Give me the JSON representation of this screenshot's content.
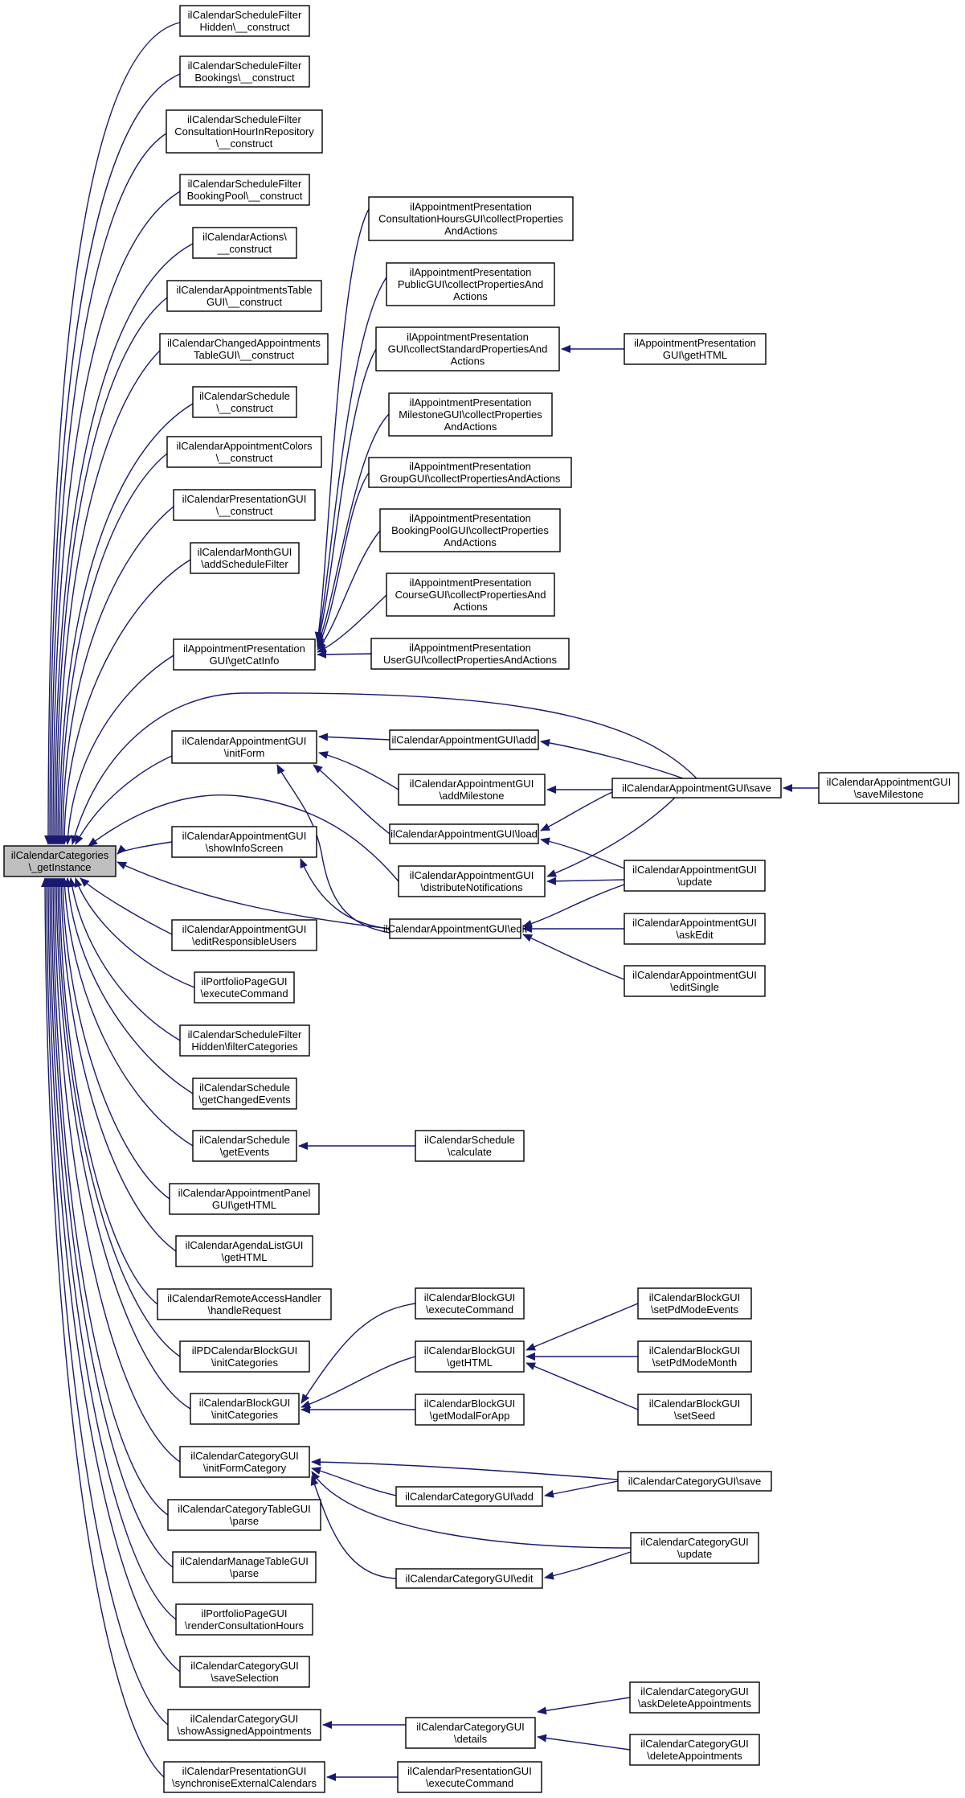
{
  "graph": {
    "edge_color": "#191970",
    "root_fill": "#bfbfbf",
    "node_fill": "#ffffff",
    "nodes": [
      {
        "id": "root",
        "lines": [
          "ilCalendarCategories",
          "\\_getInstance"
        ],
        "interactable": true
      },
      {
        "id": "sfh_construct",
        "lines": [
          "ilCalendarScheduleFilter",
          "Hidden\\__construct"
        ],
        "interactable": true
      },
      {
        "id": "sfb_construct",
        "lines": [
          "ilCalendarScheduleFilter",
          "Bookings\\__construct"
        ],
        "interactable": true
      },
      {
        "id": "sfc_construct",
        "lines": [
          "ilCalendarScheduleFilter",
          "ConsultationHourInRepository",
          "\\__construct"
        ],
        "interactable": true
      },
      {
        "id": "sfbp_construct",
        "lines": [
          "ilCalendarScheduleFilter",
          "BookingPool\\__construct"
        ],
        "interactable": true
      },
      {
        "id": "actions_construct",
        "lines": [
          "ilCalendarActions\\",
          "__construct"
        ],
        "interactable": true
      },
      {
        "id": "att_construct",
        "lines": [
          "ilCalendarAppointmentsTable",
          "GUI\\__construct"
        ],
        "interactable": true
      },
      {
        "id": "catt_construct",
        "lines": [
          "ilCalendarChangedAppointments",
          "TableGUI\\__construct"
        ],
        "interactable": true
      },
      {
        "id": "sched_construct",
        "lines": [
          "ilCalendarSchedule",
          "\\__construct"
        ],
        "interactable": true
      },
      {
        "id": "colors_construct",
        "lines": [
          "ilCalendarAppointmentColors",
          "\\__construct"
        ],
        "interactable": true
      },
      {
        "id": "pres_construct",
        "lines": [
          "ilCalendarPresentationGUI",
          "\\__construct"
        ],
        "interactable": true
      },
      {
        "id": "month_add",
        "lines": [
          "ilCalendarMonthGUI",
          "\\addScheduleFilter"
        ],
        "interactable": true
      },
      {
        "id": "apg_getcat",
        "lines": [
          "ilAppointmentPresentation",
          "GUI\\getCatInfo"
        ],
        "interactable": true
      },
      {
        "id": "ag_initform",
        "lines": [
          "ilCalendarAppointmentGUI",
          "\\initForm"
        ],
        "interactable": true
      },
      {
        "id": "ag_showinfo",
        "lines": [
          "ilCalendarAppointmentGUI",
          "\\showInfoScreen"
        ],
        "interactable": true
      },
      {
        "id": "ag_editresp",
        "lines": [
          "ilCalendarAppointmentGUI",
          "\\editResponsibleUsers"
        ],
        "interactable": true
      },
      {
        "id": "ppg_exec",
        "lines": [
          "ilPortfolioPageGUI",
          "\\executeCommand"
        ],
        "interactable": true
      },
      {
        "id": "sfh_filter",
        "lines": [
          "ilCalendarScheduleFilter",
          "Hidden\\filterCategories"
        ],
        "interactable": true
      },
      {
        "id": "sched_changed",
        "lines": [
          "ilCalendarSchedule",
          "\\getChangedEvents"
        ],
        "interactable": true
      },
      {
        "id": "sched_events",
        "lines": [
          "ilCalendarSchedule",
          "\\getEvents"
        ],
        "interactable": true
      },
      {
        "id": "panel_html",
        "lines": [
          "ilCalendarAppointmentPanel",
          "GUI\\getHTML"
        ],
        "interactable": true
      },
      {
        "id": "agenda_html",
        "lines": [
          "ilCalendarAgendaListGUI",
          "\\getHTML"
        ],
        "interactable": true
      },
      {
        "id": "remote_handle",
        "lines": [
          "ilCalendarRemoteAccessHandler",
          "\\handleRequest"
        ],
        "interactable": true
      },
      {
        "id": "pdblock_init",
        "lines": [
          "ilPDCalendarBlockGUI",
          "\\initCategories"
        ],
        "interactable": true
      },
      {
        "id": "block_init",
        "lines": [
          "ilCalendarBlockGUI",
          "\\initCategories"
        ],
        "interactable": true
      },
      {
        "id": "cat_initform",
        "lines": [
          "ilCalendarCategoryGUI",
          "\\initFormCategory"
        ],
        "interactable": true
      },
      {
        "id": "cattable_parse",
        "lines": [
          "ilCalendarCategoryTableGUI",
          "\\parse"
        ],
        "interactable": true
      },
      {
        "id": "manage_parse",
        "lines": [
          "ilCalendarManageTableGUI",
          "\\parse"
        ],
        "interactable": true
      },
      {
        "id": "ppg_render",
        "lines": [
          "ilPortfolioPageGUI",
          "\\renderConsultationHours"
        ],
        "interactable": true
      },
      {
        "id": "cat_savesel",
        "lines": [
          "ilCalendarCategoryGUI",
          "\\saveSelection"
        ],
        "interactable": true
      },
      {
        "id": "cat_showassigned",
        "lines": [
          "ilCalendarCategoryGUI",
          "\\showAssignedAppointments"
        ],
        "interactable": true
      },
      {
        "id": "pres_sync",
        "lines": [
          "ilCalendarPresentationGUI",
          "\\synchroniseExternalCalendars"
        ],
        "interactable": true
      },
      {
        "id": "ap_consult",
        "lines": [
          "ilAppointmentPresentation",
          "ConsultationHoursGUI\\collectProperties",
          "AndActions"
        ],
        "interactable": true
      },
      {
        "id": "ap_public",
        "lines": [
          "ilAppointmentPresentation",
          "PublicGUI\\collectPropertiesAnd",
          "Actions"
        ],
        "interactable": true
      },
      {
        "id": "ap_standard",
        "lines": [
          "ilAppointmentPresentation",
          "GUI\\collectStandardPropertiesAnd",
          "Actions"
        ],
        "interactable": true
      },
      {
        "id": "ap_milestone",
        "lines": [
          "ilAppointmentPresentation",
          "MilestoneGUI\\collectProperties",
          "AndActions"
        ],
        "interactable": true
      },
      {
        "id": "ap_group",
        "lines": [
          "ilAppointmentPresentation",
          "GroupGUI\\collectPropertiesAndActions"
        ],
        "interactable": true
      },
      {
        "id": "ap_bookingpool",
        "lines": [
          "ilAppointmentPresentation",
          "BookingPoolGUI\\collectProperties",
          "AndActions"
        ],
        "interactable": true
      },
      {
        "id": "ap_course",
        "lines": [
          "ilAppointmentPresentation",
          "CourseGUI\\collectPropertiesAnd",
          "Actions"
        ],
        "interactable": true
      },
      {
        "id": "ap_user",
        "lines": [
          "ilAppointmentPresentation",
          "UserGUI\\collectPropertiesAndActions"
        ],
        "interactable": true
      },
      {
        "id": "ap_gethtml",
        "lines": [
          "ilAppointmentPresentation",
          "GUI\\getHTML"
        ],
        "interactable": true
      },
      {
        "id": "ag_add",
        "lines": [
          "ilCalendarAppointmentGUI\\add"
        ],
        "interactable": true
      },
      {
        "id": "ag_addmilestone",
        "lines": [
          "ilCalendarAppointmentGUI",
          "\\addMilestone"
        ],
        "interactable": true
      },
      {
        "id": "ag_load",
        "lines": [
          "ilCalendarAppointmentGUI\\load"
        ],
        "interactable": true
      },
      {
        "id": "ag_distribute",
        "lines": [
          "ilCalendarAppointmentGUI",
          "\\distributeNotifications"
        ],
        "interactable": true
      },
      {
        "id": "ag_edit",
        "lines": [
          "ilCalendarAppointmentGUI\\edit"
        ],
        "interactable": true
      },
      {
        "id": "ag_save",
        "lines": [
          "ilCalendarAppointmentGUI\\save"
        ],
        "interactable": true
      },
      {
        "id": "ag_savemilestone",
        "lines": [
          "ilCalendarAppointmentGUI",
          "\\saveMilestone"
        ],
        "interactable": true
      },
      {
        "id": "ag_update",
        "lines": [
          "ilCalendarAppointmentGUI",
          "\\update"
        ],
        "interactable": true
      },
      {
        "id": "ag_askedit",
        "lines": [
          "ilCalendarAppointmentGUI",
          "\\askEdit"
        ],
        "interactable": true
      },
      {
        "id": "ag_editsingle",
        "lines": [
          "ilCalendarAppointmentGUI",
          "\\editSingle"
        ],
        "interactable": true
      },
      {
        "id": "sched_calc",
        "lines": [
          "ilCalendarSchedule",
          "\\calculate"
        ],
        "interactable": true
      },
      {
        "id": "block_exec",
        "lines": [
          "ilCalendarBlockGUI",
          "\\executeCommand"
        ],
        "interactable": true
      },
      {
        "id": "block_html",
        "lines": [
          "ilCalendarBlockGUI",
          "\\getHTML"
        ],
        "interactable": true
      },
      {
        "id": "block_modal",
        "lines": [
          "ilCalendarBlockGUI",
          "\\getModalForApp"
        ],
        "interactable": true
      },
      {
        "id": "block_pdevents",
        "lines": [
          "ilCalendarBlockGUI",
          "\\setPdModeEvents"
        ],
        "interactable": true
      },
      {
        "id": "block_pdmonth",
        "lines": [
          "ilCalendarBlockGUI",
          "\\setPdModeMonth"
        ],
        "interactable": true
      },
      {
        "id": "block_seed",
        "lines": [
          "ilCalendarBlockGUI",
          "\\setSeed"
        ],
        "interactable": true
      },
      {
        "id": "cat_add",
        "lines": [
          "ilCalendarCategoryGUI\\add"
        ],
        "interactable": true
      },
      {
        "id": "cat_edit",
        "lines": [
          "ilCalendarCategoryGUI\\edit"
        ],
        "interactable": true
      },
      {
        "id": "cat_save",
        "lines": [
          "ilCalendarCategoryGUI\\save"
        ],
        "interactable": true
      },
      {
        "id": "cat_update",
        "lines": [
          "ilCalendarCategoryGUI",
          "\\update"
        ],
        "interactable": true
      },
      {
        "id": "cat_details",
        "lines": [
          "ilCalendarCategoryGUI",
          "\\details"
        ],
        "interactable": true
      },
      {
        "id": "cat_askdelete",
        "lines": [
          "ilCalendarCategoryGUI",
          "\\askDeleteAppointments"
        ],
        "interactable": true
      },
      {
        "id": "cat_delete",
        "lines": [
          "ilCalendarCategoryGUI",
          "\\deleteAppointments"
        ],
        "interactable": true
      },
      {
        "id": "pres_exec",
        "lines": [
          "ilCalendarPresentationGUI",
          "\\executeCommand"
        ],
        "interactable": true
      }
    ],
    "edges": [
      {
        "from": "sfh_construct",
        "to": "root"
      },
      {
        "from": "sfb_construct",
        "to": "root"
      },
      {
        "from": "sfc_construct",
        "to": "root"
      },
      {
        "from": "sfbp_construct",
        "to": "root"
      },
      {
        "from": "actions_construct",
        "to": "root"
      },
      {
        "from": "att_construct",
        "to": "root"
      },
      {
        "from": "catt_construct",
        "to": "root"
      },
      {
        "from": "sched_construct",
        "to": "root"
      },
      {
        "from": "colors_construct",
        "to": "root"
      },
      {
        "from": "pres_construct",
        "to": "root"
      },
      {
        "from": "month_add",
        "to": "root"
      },
      {
        "from": "apg_getcat",
        "to": "root"
      },
      {
        "from": "ag_initform",
        "to": "root"
      },
      {
        "from": "ag_showinfo",
        "to": "root"
      },
      {
        "from": "ag_editresp",
        "to": "root"
      },
      {
        "from": "ppg_exec",
        "to": "root"
      },
      {
        "from": "sfh_filter",
        "to": "root"
      },
      {
        "from": "sched_changed",
        "to": "root"
      },
      {
        "from": "sched_events",
        "to": "root"
      },
      {
        "from": "panel_html",
        "to": "root"
      },
      {
        "from": "agenda_html",
        "to": "root"
      },
      {
        "from": "remote_handle",
        "to": "root"
      },
      {
        "from": "pdblock_init",
        "to": "root"
      },
      {
        "from": "block_init",
        "to": "root"
      },
      {
        "from": "cat_initform",
        "to": "root"
      },
      {
        "from": "cattable_parse",
        "to": "root"
      },
      {
        "from": "manage_parse",
        "to": "root"
      },
      {
        "from": "ppg_render",
        "to": "root"
      },
      {
        "from": "cat_savesel",
        "to": "root"
      },
      {
        "from": "cat_showassigned",
        "to": "root"
      },
      {
        "from": "pres_sync",
        "to": "root"
      },
      {
        "from": "ag_save",
        "to": "root"
      },
      {
        "from": "ag_distribute",
        "to": "root"
      },
      {
        "from": "ag_edit",
        "to": "root"
      },
      {
        "from": "ap_consult",
        "to": "apg_getcat"
      },
      {
        "from": "ap_public",
        "to": "apg_getcat"
      },
      {
        "from": "ap_standard",
        "to": "apg_getcat"
      },
      {
        "from": "ap_milestone",
        "to": "apg_getcat"
      },
      {
        "from": "ap_group",
        "to": "apg_getcat"
      },
      {
        "from": "ap_bookingpool",
        "to": "apg_getcat"
      },
      {
        "from": "ap_course",
        "to": "apg_getcat"
      },
      {
        "from": "ap_user",
        "to": "apg_getcat"
      },
      {
        "from": "ap_gethtml",
        "to": "ap_standard"
      },
      {
        "from": "ag_add",
        "to": "ag_initform"
      },
      {
        "from": "ag_addmilestone",
        "to": "ag_initform"
      },
      {
        "from": "ag_load",
        "to": "ag_initform"
      },
      {
        "from": "ag_edit",
        "to": "ag_initform"
      },
      {
        "from": "ag_edit",
        "to": "ag_showinfo"
      },
      {
        "from": "ag_save",
        "to": "ag_add"
      },
      {
        "from": "ag_save",
        "to": "ag_addmilestone"
      },
      {
        "from": "ag_save",
        "to": "ag_load"
      },
      {
        "from": "ag_save",
        "to": "ag_distribute"
      },
      {
        "from": "ag_update",
        "to": "ag_load"
      },
      {
        "from": "ag_update",
        "to": "ag_distribute"
      },
      {
        "from": "ag_update",
        "to": "ag_edit"
      },
      {
        "from": "ag_askedit",
        "to": "ag_edit"
      },
      {
        "from": "ag_editsingle",
        "to": "ag_edit"
      },
      {
        "from": "ag_savemilestone",
        "to": "ag_save"
      },
      {
        "from": "sched_calc",
        "to": "sched_events"
      },
      {
        "from": "block_exec",
        "to": "block_init"
      },
      {
        "from": "block_html",
        "to": "block_init"
      },
      {
        "from": "block_modal",
        "to": "block_init"
      },
      {
        "from": "block_pdevents",
        "to": "block_html"
      },
      {
        "from": "block_pdmonth",
        "to": "block_html"
      },
      {
        "from": "block_seed",
        "to": "block_html"
      },
      {
        "from": "cat_add",
        "to": "cat_initform"
      },
      {
        "from": "cat_edit",
        "to": "cat_initform"
      },
      {
        "from": "cat_save",
        "to": "cat_initform"
      },
      {
        "from": "cat_save",
        "to": "cat_add"
      },
      {
        "from": "cat_update",
        "to": "cat_initform"
      },
      {
        "from": "cat_update",
        "to": "cat_edit"
      },
      {
        "from": "cat_details",
        "to": "cat_showassigned"
      },
      {
        "from": "cat_askdelete",
        "to": "cat_details"
      },
      {
        "from": "cat_delete",
        "to": "cat_details"
      },
      {
        "from": "pres_exec",
        "to": "pres_sync"
      }
    ]
  }
}
